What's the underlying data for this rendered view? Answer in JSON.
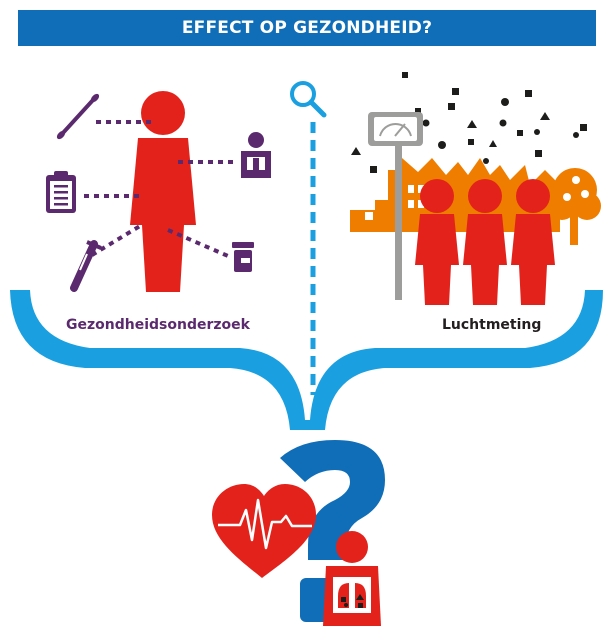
{
  "header": {
    "title": "EFFECT OP GEZONDHEID?"
  },
  "labels": {
    "health_study": "Gezondheidsonderzoek",
    "air_measurement": "Luchtmeting"
  },
  "icons": {
    "left": [
      "cotton-swab-icon",
      "clipboard-icon",
      "test-tube-icon",
      "patient-xray-icon",
      "sample-cup-icon"
    ],
    "center": [
      "magnifier-icon"
    ],
    "right": [
      "air-quality-meter-icon",
      "houses-icon",
      "tree-icon",
      "particles-icon"
    ],
    "bottom": [
      "heart-ecg-icon",
      "question-mark-icon",
      "lungs-patient-icon"
    ]
  },
  "colors": {
    "blue": "#0f6eb7",
    "light_blue": "#1aa0e0",
    "red": "#e3231b",
    "purple": "#5b2a6e",
    "orange": "#ef7d00",
    "grey": "#9d9d9c"
  }
}
